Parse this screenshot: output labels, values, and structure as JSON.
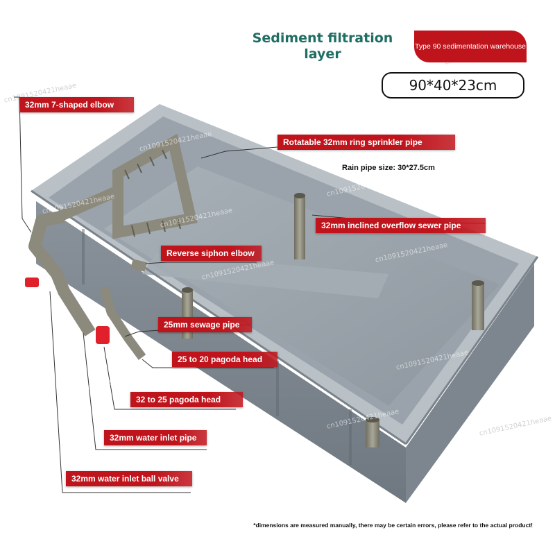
{
  "header": {
    "title_line1": "Sediment filtration",
    "title_line2": "layer",
    "type_badge": "Type 90 sedimentation warehouse",
    "dimensions": "90*40*23cm"
  },
  "labels": {
    "elbow_7": "32mm 7-shaped elbow",
    "sprinkler": "Rotatable 32mm ring sprinkler pipe",
    "rain_pipe": "Rain pipe size: 30*27.5cm",
    "overflow": "32mm inclined overflow sewer pipe",
    "siphon": "Reverse siphon elbow",
    "sewage": "25mm sewage pipe",
    "pagoda_25_20": "25 to 20 pagoda head",
    "pagoda_32_25": "32 to 25 pagoda head",
    "inlet_pipe": "32mm water inlet pipe",
    "inlet_valve": "32mm water inlet ball valve"
  },
  "footnote": "*dimensions are measured manually, there may be certain errors, please refer to the actual product!",
  "watermark": "cn1091520421heaae",
  "colors": {
    "title": "#1f6e63",
    "callout": "#c0141c",
    "valve": "#e0202a",
    "tank": "#9aa3ab",
    "pipe": "#8c8a7c"
  }
}
